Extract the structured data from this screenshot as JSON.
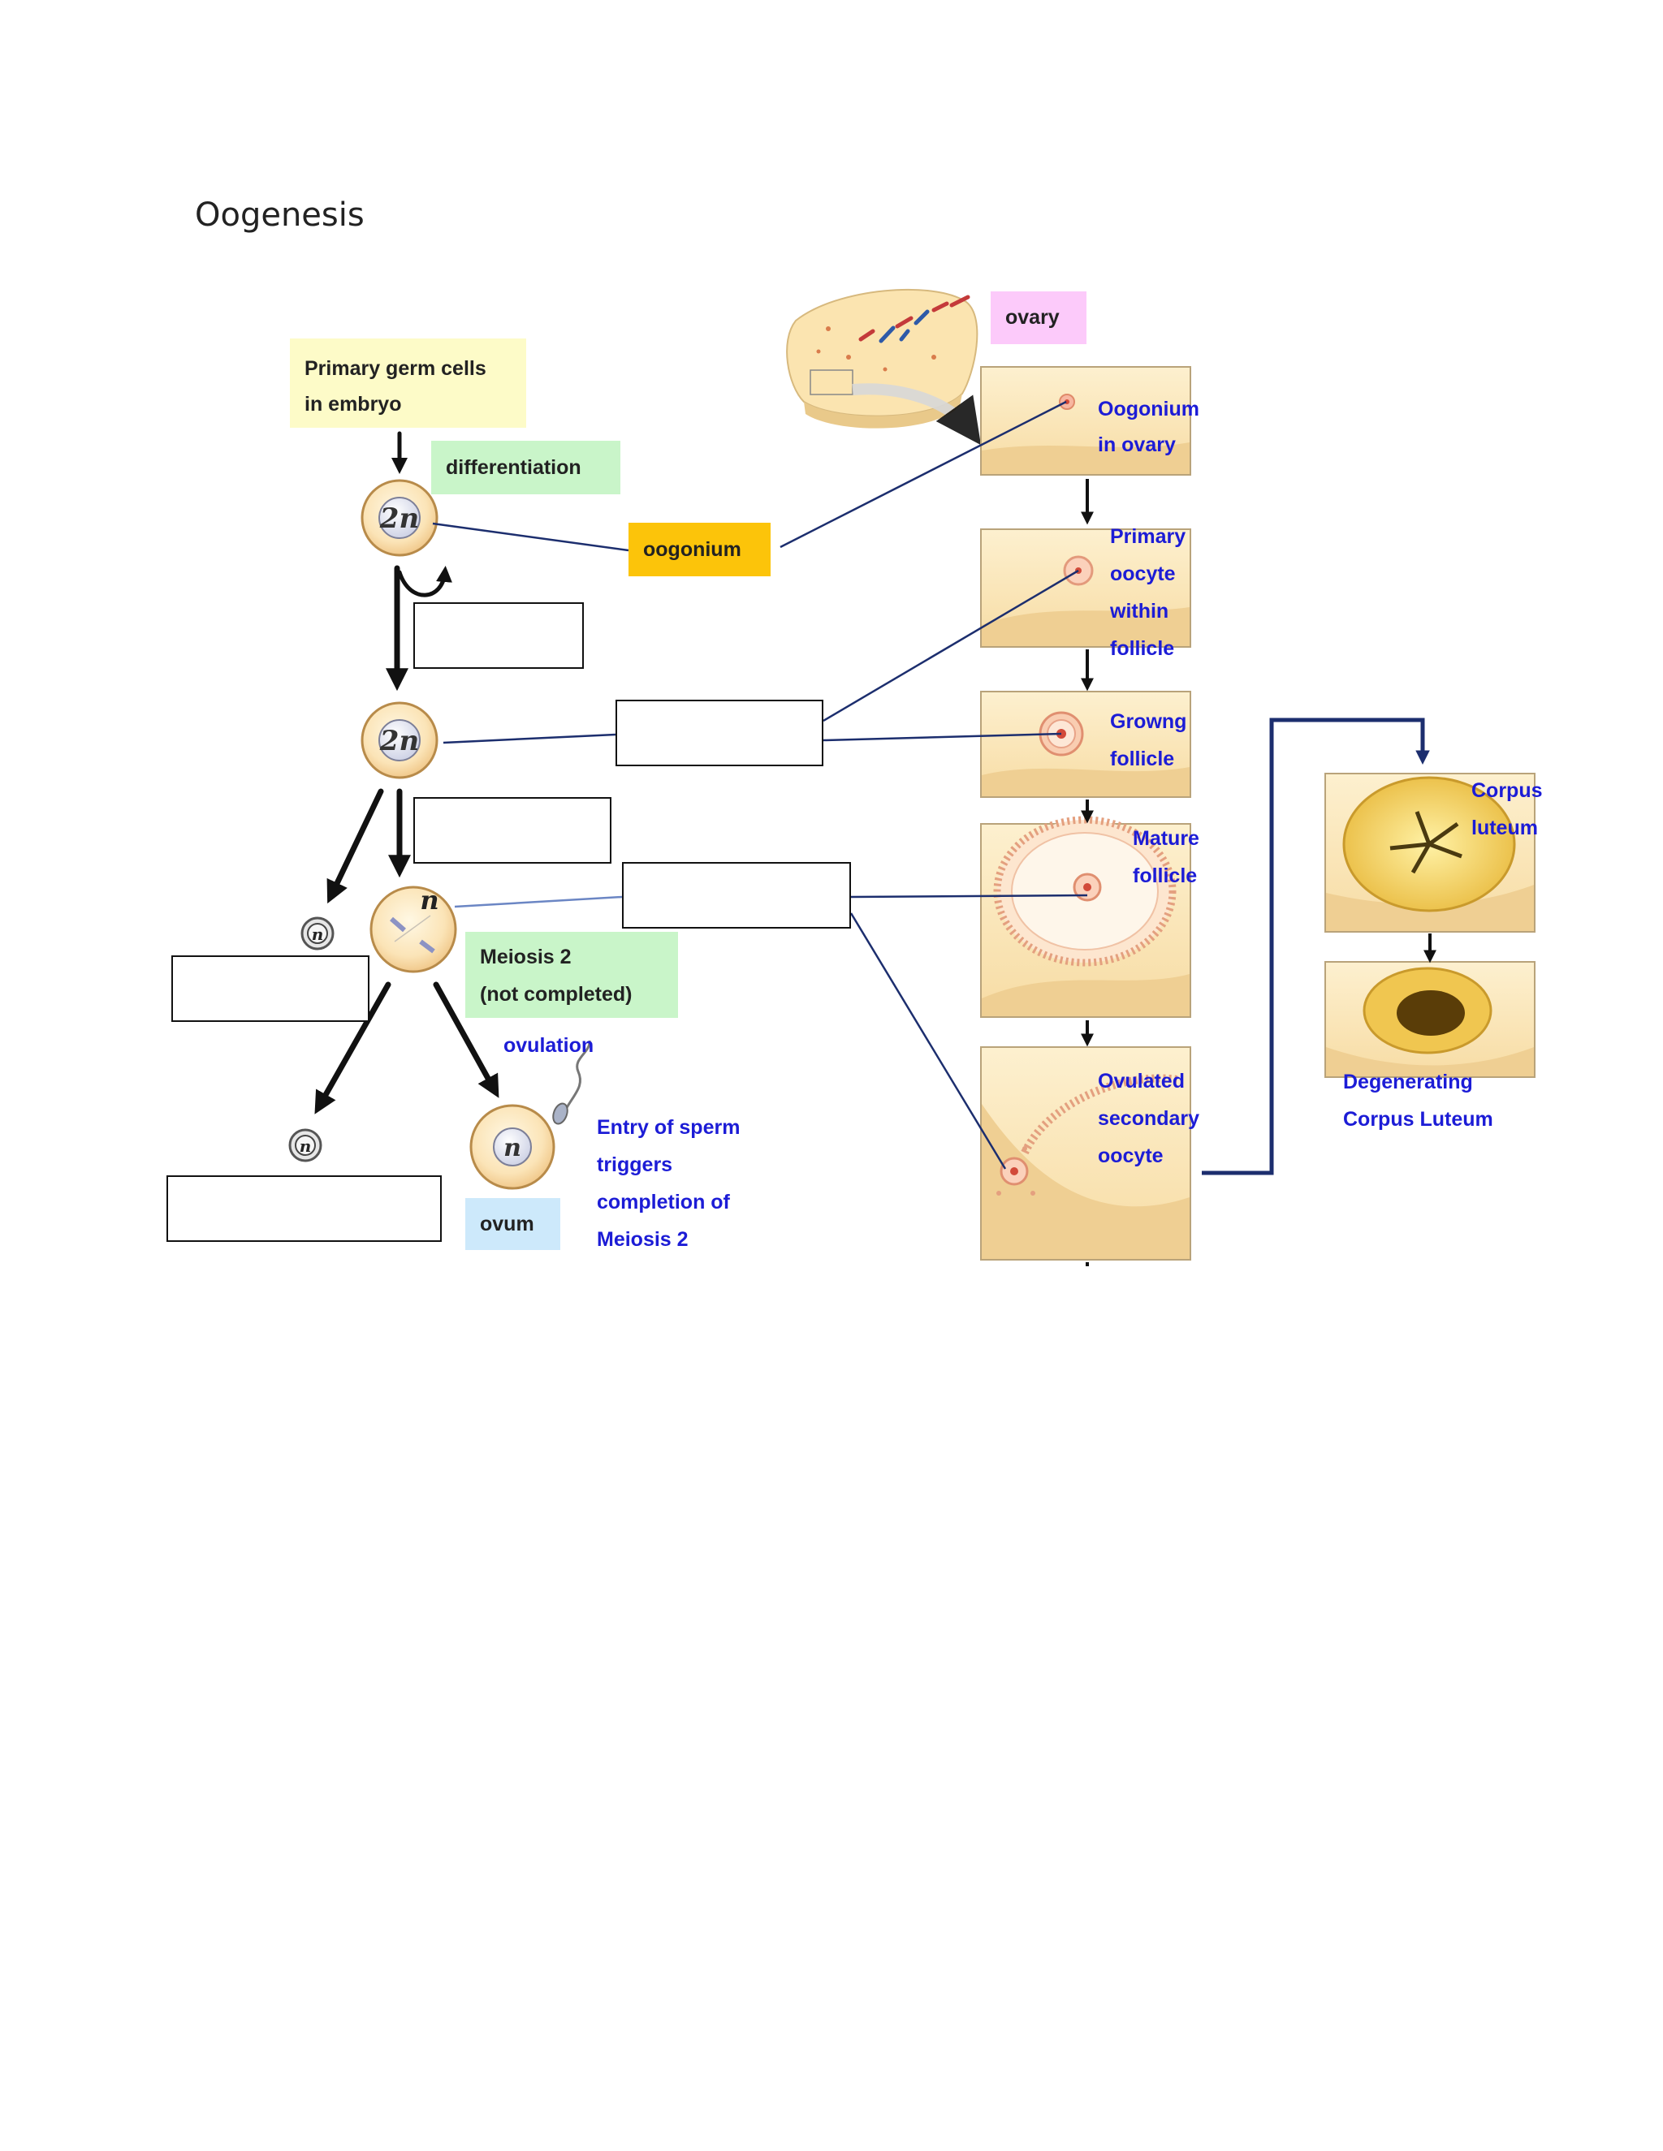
{
  "title": "Oogenesis",
  "boxes": {
    "primary_germ_cells": [
      "Primary germ cells",
      "in embryo"
    ],
    "differentiation": "differentiation",
    "oogonium": "oogonium",
    "ovary": "ovary",
    "meiosis2": [
      "Meiosis 2",
      "(not completed)"
    ],
    "ovum": "ovum"
  },
  "cells": {
    "diploid": "2n",
    "haploid": "n"
  },
  "labels": {
    "ovulation": "ovulation",
    "sperm_entry": [
      "Entry of sperm",
      "triggers",
      "completion of",
      "Meiosis 2"
    ],
    "oogonium_in_ovary": [
      "Oogonium",
      "in ovary"
    ],
    "primary_oocyte": [
      "Primary",
      "oocyte",
      "within",
      "follicle"
    ],
    "growing_follicle": [
      "Growng",
      "follicle"
    ],
    "mature_follicle": [
      "Mature",
      "follicle"
    ],
    "ovulated": [
      "Ovulated",
      "secondary",
      "oocyte"
    ],
    "corpus_luteum": [
      "Corpus",
      "luteum"
    ],
    "degenerating": [
      "Degenerating",
      "Corpus Luteum"
    ]
  },
  "colors": {
    "yellow_box": "#fdfbc8",
    "green_box": "#c9f5c9",
    "orange_box": "#fcc40a",
    "pink_box": "#fccafa",
    "blue_box": "#cde9fb",
    "blue_text": "#1c1cd6",
    "connector": "#1c2e6e",
    "tissue": "#fbe7b8"
  }
}
